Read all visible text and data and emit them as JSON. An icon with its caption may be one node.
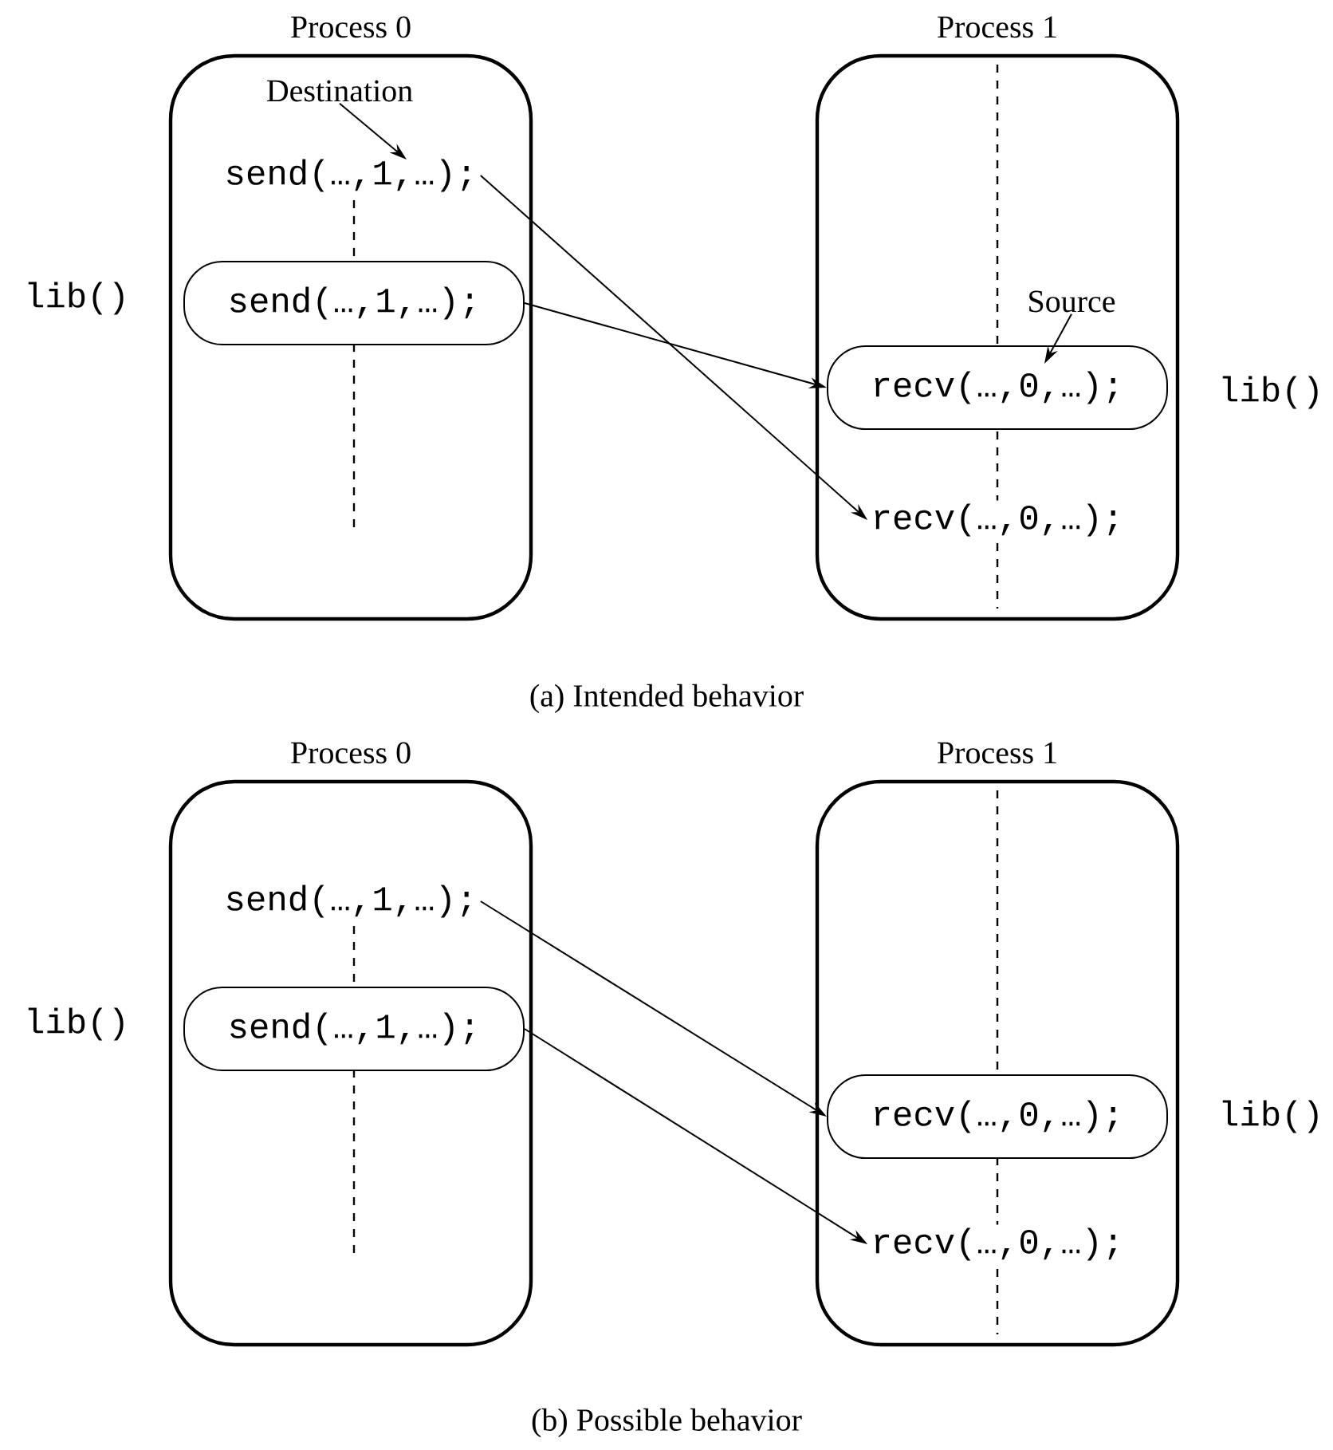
{
  "diagram": {
    "nodes": [
      {
        "text": [
          "Process 0"
        ]
      },
      {
        "text": [
          "send(…,1,…);"
        ],
        "in": 0
      },
      {
        "text": [
          "send(…,1,…);"
        ],
        "in": 0
      },
      {
        "text": [
          "Process 1"
        ]
      },
      {
        "text": [
          "recv(…,0,…);"
        ],
        "in": 3
      },
      {
        "text": [
          "recv(…,0,…);"
        ],
        "in": 3
      },
      {
        "text": [
          "Destination"
        ],
        "in": 0
      },
      {
        "text": [
          "Source"
        ],
        "in": 3
      },
      {
        "text": [
          "Process 0"
        ]
      },
      {
        "text": [
          "send(…,1,…);"
        ],
        "in": 8
      },
      {
        "text": [
          "send(…,1,…);"
        ],
        "in": 8
      },
      {
        "text": [
          "Process 1"
        ]
      },
      {
        "text": [
          "recv(…,0,…);"
        ],
        "in": 11
      },
      {
        "text": [
          "recv(…,0,…);"
        ],
        "in": 11
      }
    ],
    "edges": [
      {
        "from": 1,
        "to": 5,
        "arrow": "to"
      },
      {
        "from": 2,
        "to": 4,
        "arrow": "to"
      },
      {
        "from": 6,
        "to": 1,
        "arrow": "to"
      },
      {
        "from": 7,
        "to": 4,
        "arrow": "to"
      },
      {
        "from": 9,
        "to": 12,
        "arrow": "to"
      },
      {
        "from": 10,
        "to": 13,
        "arrow": "to"
      }
    ],
    "labels": [
      "lib()",
      "lib()",
      "(a) Intended behavior",
      "lib()",
      "lib()",
      "(b) Possible behavior"
    ]
  }
}
